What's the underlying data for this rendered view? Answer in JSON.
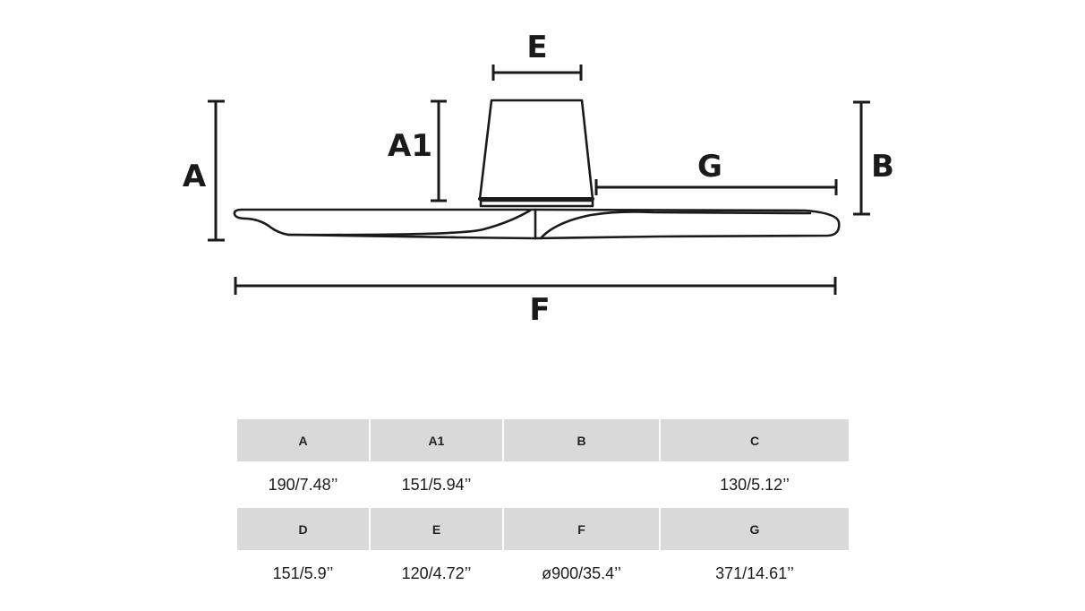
{
  "diagram": {
    "labels": {
      "A": "A",
      "A1": "A1",
      "B": "B",
      "E": "E",
      "F": "F",
      "G": "G"
    },
    "line_color": "#1a1a1a"
  },
  "table": {
    "rows": [
      {
        "headers": [
          "A",
          "A1",
          "B",
          "C"
        ],
        "values": [
          "190/7.48’’",
          "151/5.94’’",
          "",
          "130/5.12’’"
        ]
      },
      {
        "headers": [
          "D",
          "E",
          "F",
          "G"
        ],
        "values": [
          "151/5.9’’",
          "120/4.72’’",
          "ø900/35.4’’",
          "371/14.61’’"
        ]
      }
    ],
    "header_bg": "#d9d9d9"
  }
}
